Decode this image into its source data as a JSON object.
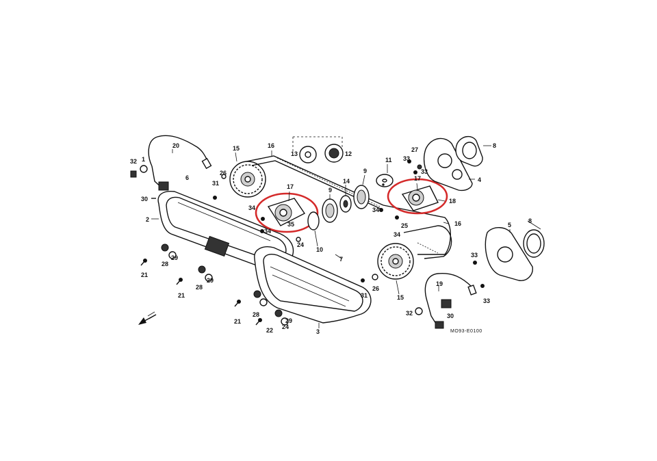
{
  "diagram": {
    "code": "MO93-E0100",
    "highlight_color": "#d42a2a",
    "callouts": [
      {
        "id": "c1",
        "label": "1"
      },
      {
        "id": "c2",
        "label": "2"
      },
      {
        "id": "c3",
        "label": "3"
      },
      {
        "id": "c4",
        "label": "4"
      },
      {
        "id": "c5",
        "label": "5"
      },
      {
        "id": "c6",
        "label": "6"
      },
      {
        "id": "c7",
        "label": "7"
      },
      {
        "id": "c8a",
        "label": "8"
      },
      {
        "id": "c8b",
        "label": "8"
      },
      {
        "id": "c9a",
        "label": "9"
      },
      {
        "id": "c9b",
        "label": "9"
      },
      {
        "id": "c10",
        "label": "10"
      },
      {
        "id": "c11",
        "label": "11"
      },
      {
        "id": "c12",
        "label": "12"
      },
      {
        "id": "c13",
        "label": "13"
      },
      {
        "id": "c14",
        "label": "14"
      },
      {
        "id": "c15a",
        "label": "15"
      },
      {
        "id": "c15b",
        "label": "15"
      },
      {
        "id": "c16a",
        "label": "16"
      },
      {
        "id": "c16b",
        "label": "16"
      },
      {
        "id": "c17a",
        "label": "17"
      },
      {
        "id": "c17b",
        "label": "17"
      },
      {
        "id": "c18",
        "label": "18"
      },
      {
        "id": "c19",
        "label": "19"
      },
      {
        "id": "c20",
        "label": "20"
      },
      {
        "id": "c21a",
        "label": "21"
      },
      {
        "id": "c21b",
        "label": "21"
      },
      {
        "id": "c21c",
        "label": "21"
      },
      {
        "id": "c22",
        "label": "22"
      },
      {
        "id": "c24a",
        "label": "24"
      },
      {
        "id": "c24b",
        "label": "24"
      },
      {
        "id": "c25",
        "label": "25"
      },
      {
        "id": "c26a",
        "label": "26"
      },
      {
        "id": "c26b",
        "label": "26"
      },
      {
        "id": "c27",
        "label": "27"
      },
      {
        "id": "c28a",
        "label": "28"
      },
      {
        "id": "c28b",
        "label": "28"
      },
      {
        "id": "c28c",
        "label": "28"
      },
      {
        "id": "c29a",
        "label": "29"
      },
      {
        "id": "c29b",
        "label": "29"
      },
      {
        "id": "c29c",
        "label": "29"
      },
      {
        "id": "c30a",
        "label": "30"
      },
      {
        "id": "c30b",
        "label": "30"
      },
      {
        "id": "c31a",
        "label": "31"
      },
      {
        "id": "c31b",
        "label": "31"
      },
      {
        "id": "c32a",
        "label": "32"
      },
      {
        "id": "c32b",
        "label": "32"
      },
      {
        "id": "c33a",
        "label": "33"
      },
      {
        "id": "c33b",
        "label": "33"
      },
      {
        "id": "c33c",
        "label": "33"
      },
      {
        "id": "c33d",
        "label": "33"
      },
      {
        "id": "c34a",
        "label": "34"
      },
      {
        "id": "c34b",
        "label": "34"
      },
      {
        "id": "c34c",
        "label": "34"
      },
      {
        "id": "c34d",
        "label": "34"
      },
      {
        "id": "c35",
        "label": "35"
      }
    ]
  }
}
